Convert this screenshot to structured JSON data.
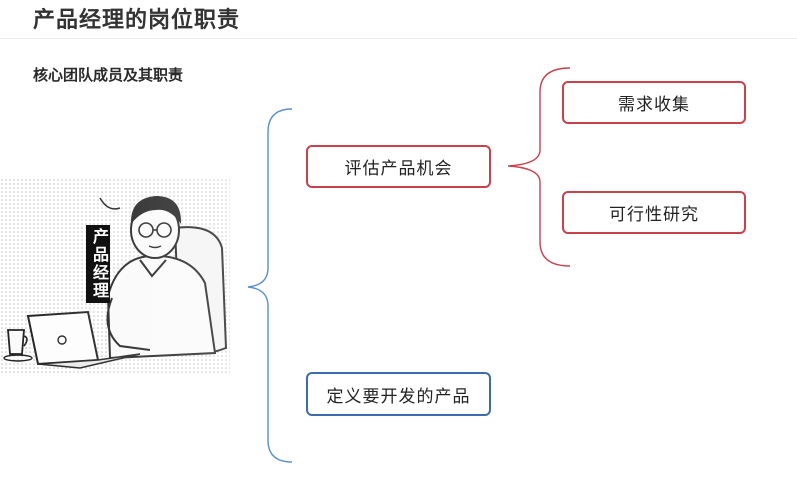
{
  "header": {
    "title": "产品经理的岗位职责"
  },
  "section": {
    "subtitle": "核心团队成员及其职责"
  },
  "illustration": {
    "vertical_label": "产品经理"
  },
  "mindmap": {
    "root_branches": [
      {
        "label": "评估产品机会",
        "border_color": "#c9414a",
        "children": [
          {
            "label": "需求收集",
            "border_color": "#c9414a"
          },
          {
            "label": "可行性研究",
            "border_color": "#c9414a"
          }
        ]
      },
      {
        "label": "定义要开发的产品",
        "border_color": "#3b6cb0",
        "children": []
      }
    ],
    "bracket_colors": {
      "main": "#3b6cb0",
      "sub": "#c9414a"
    }
  }
}
